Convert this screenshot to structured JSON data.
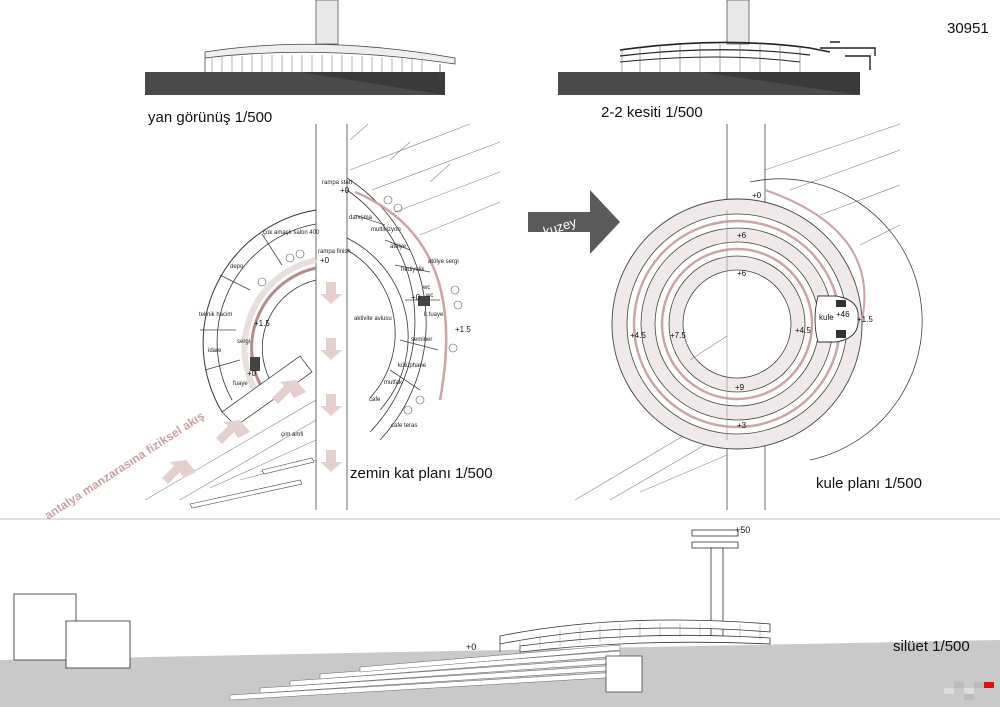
{
  "sheet_number": "30951",
  "titles": {
    "side_view": "yan görünüş 1/500",
    "section": "2-2 kesiti 1/500",
    "ground_plan": "zemin kat planı 1/500",
    "tower_plan": "kule planı 1/500",
    "silhouette": "silüet 1/500"
  },
  "north_label": "kuzey",
  "flow_label": "antalya manzarasına fiziksel akış",
  "ground_rooms": {
    "rampa_start": "rampa start",
    "rampa_finish": "rampa finish",
    "cok_amacli": "çok amaçlı salon 400",
    "depo": "depo",
    "teknik": "teknik hacim",
    "idare": "idare",
    "sergi": "sergi",
    "fuaye": "fuaye",
    "danisma": "danışma",
    "multivizyon": "multivizyon",
    "atolye1": "atölye",
    "hediyelik": "hediyelik",
    "atolye_sergi": "atölye sergi",
    "wc1": "wc",
    "wc2": "wc",
    "k_fuaye": "k.fuaye",
    "aktivite": "aktivite avlusu",
    "seminer": "seminer",
    "kutuphane": "kütüphane",
    "mutfak": "mutfak",
    "cafe": "cafe",
    "cafe_teras": "cafe teras",
    "cim_amfi": "çim amfi"
  },
  "ground_levels": {
    "l1": "+0",
    "l2": "+0",
    "l3": "+1.5",
    "l4": "+0",
    "l5": "+0",
    "l6": "+1.5"
  },
  "tower_levels": {
    "t1": "+0",
    "t2": "+6",
    "t3": "+6",
    "t4": "+4.5",
    "t5": "+7.5",
    "t6": "+4.5",
    "t7": "+9",
    "t8": "+3",
    "t9": "+46",
    "t10": "+1.5"
  },
  "tower_room": "kule",
  "silhouette_levels": {
    "top": "+50",
    "base": "+0"
  }
}
